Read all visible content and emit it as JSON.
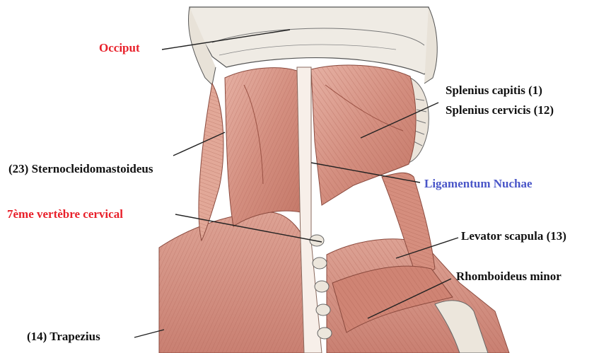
{
  "labels": {
    "occiput": "Occiput",
    "splenius_capitis": "Splenius capitis (1)",
    "splenius_cervicis": "Splenius cervicis (12)",
    "sternocleidomastoideus": "(23) Sternocleidomastoideus",
    "ligamentum_nuchae": "Ligamentum Nuchae",
    "c7": "7ème vertèbre cervical",
    "levator_scapula": "Levator scapula (13)",
    "rhomboideus_minor": "Rhomboideus minor",
    "trapezius": "(14) Trapezius"
  },
  "colors": {
    "red_label": "#e8202a",
    "blue_label": "#4a56c8",
    "black_label": "#111111",
    "muscle": "#d99a8c",
    "muscle_dark": "#b8685a",
    "bone": "#eeeae2",
    "ligament": "#f6eee8"
  }
}
